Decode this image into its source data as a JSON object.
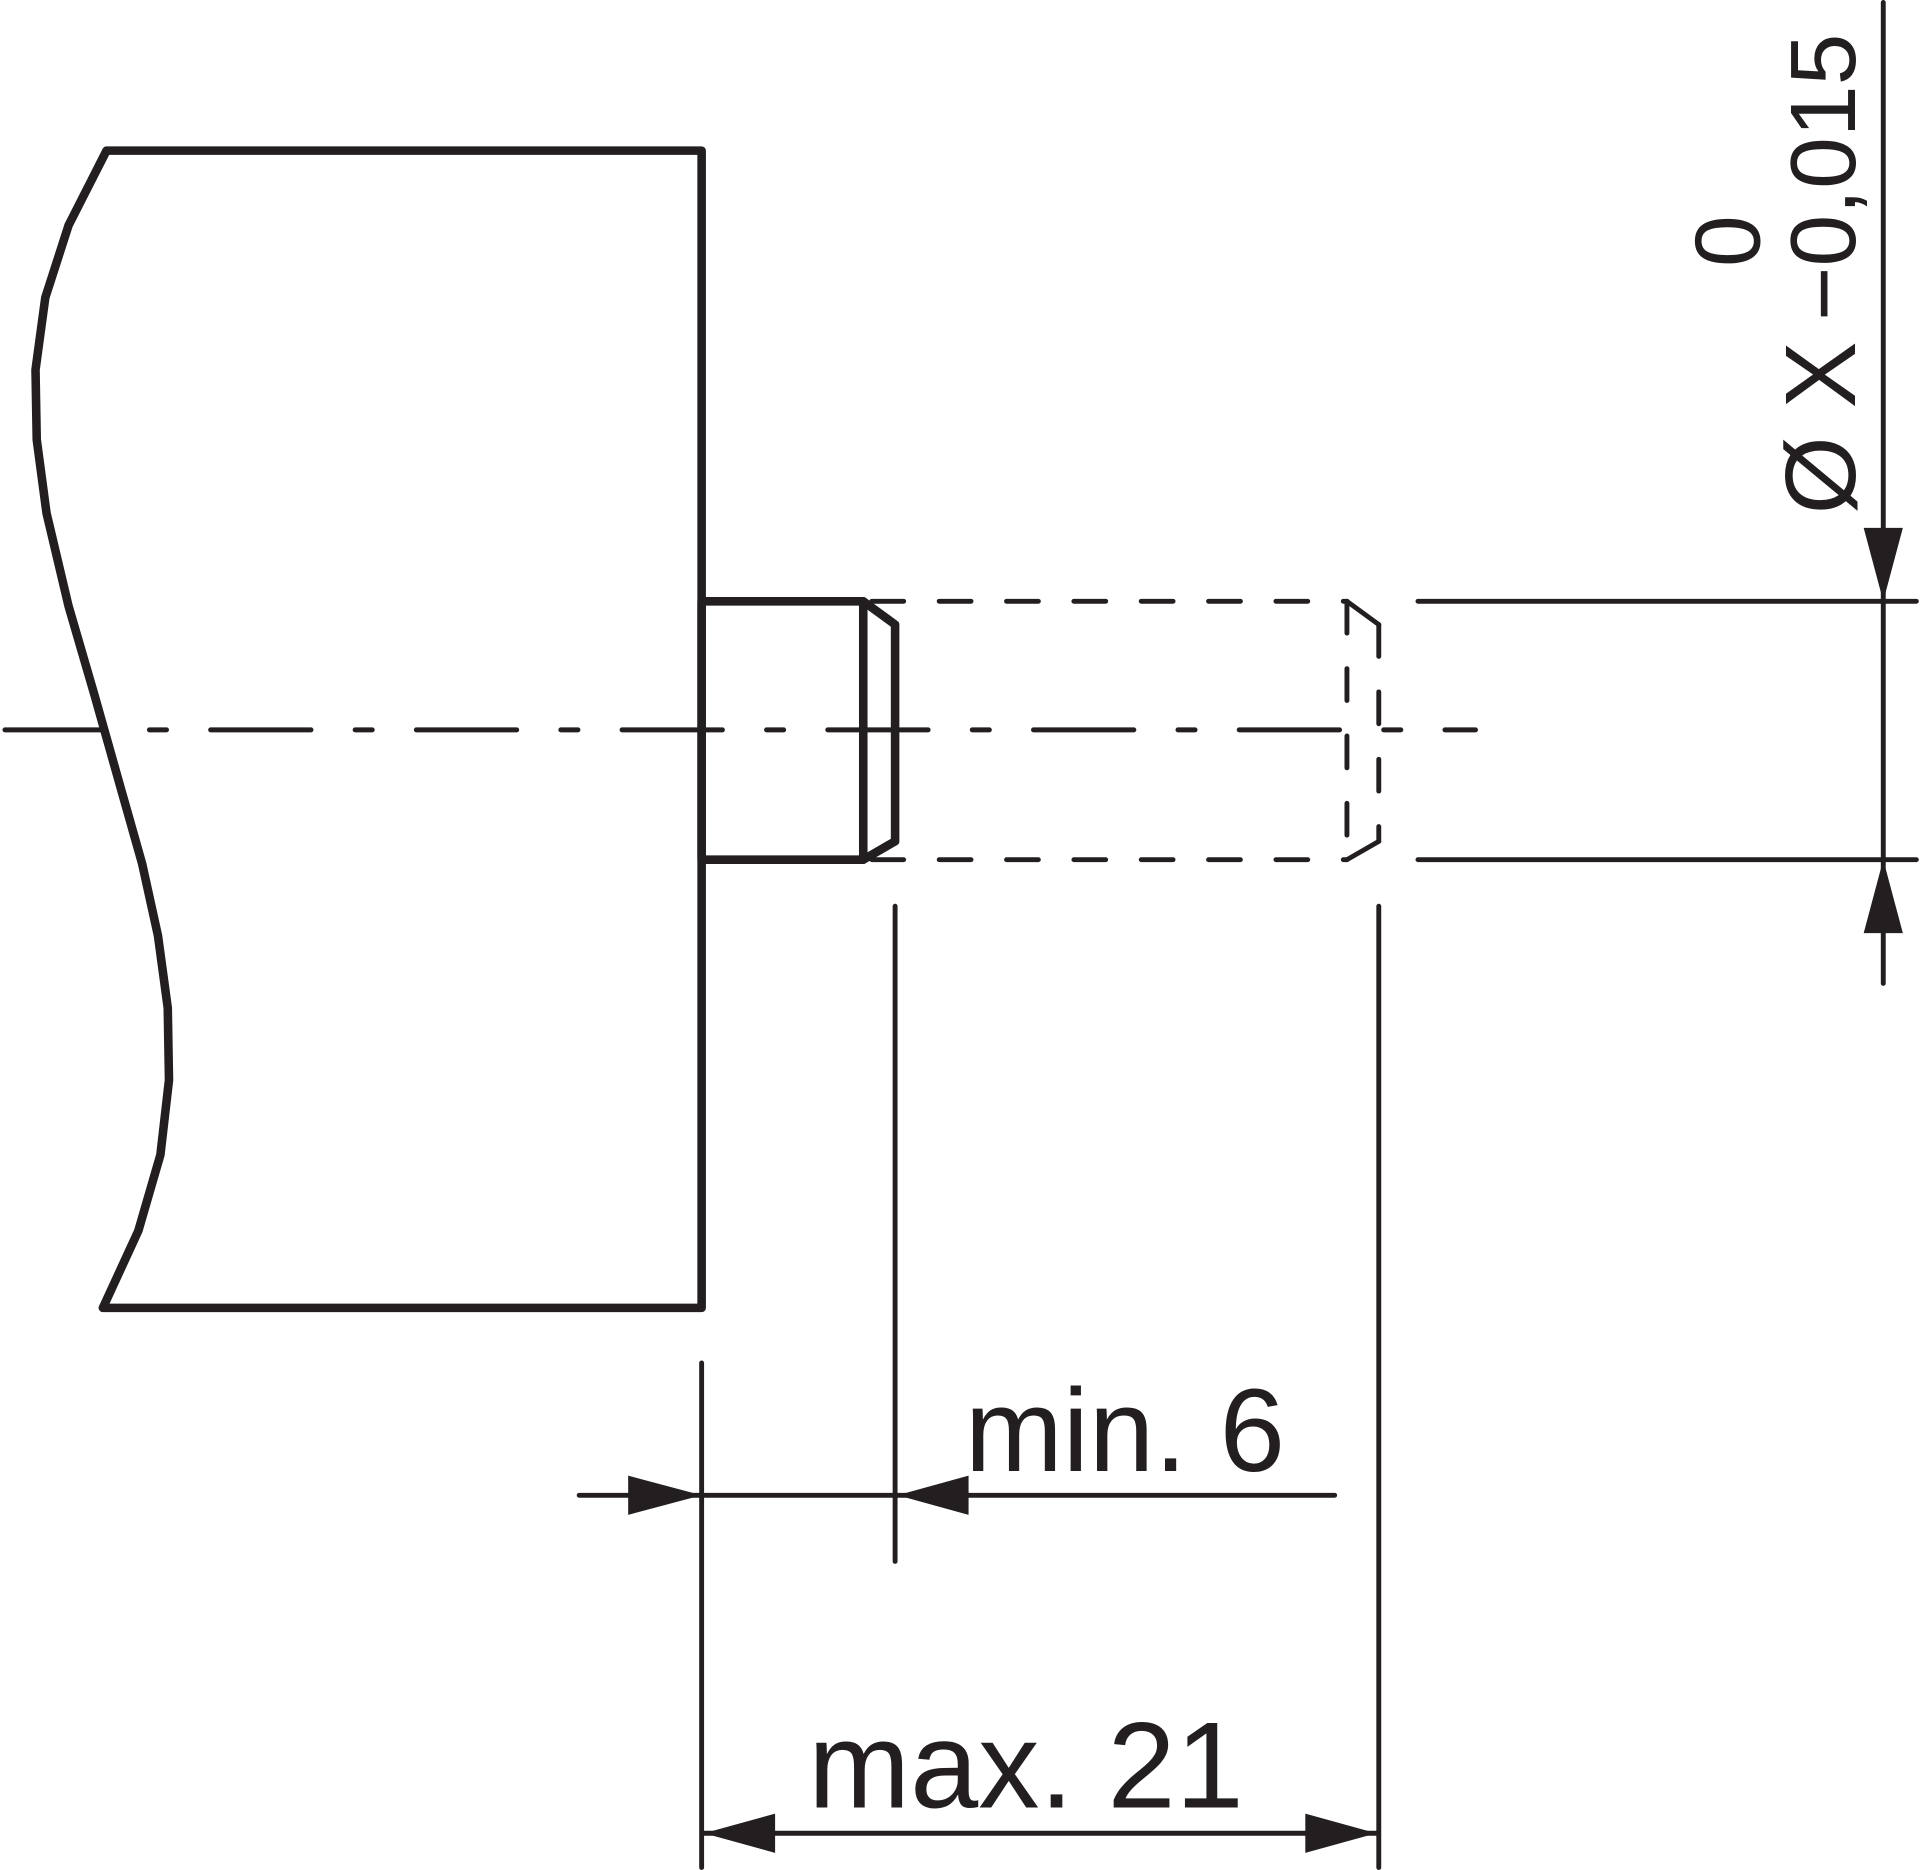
{
  "drawing": {
    "diameter_label": "Ø X",
    "tolerance_upper": "0",
    "tolerance_lower": "−0,015",
    "min_dimension_label": "min. 6",
    "max_dimension_label": "max. 21",
    "line_color": "#231f20"
  }
}
